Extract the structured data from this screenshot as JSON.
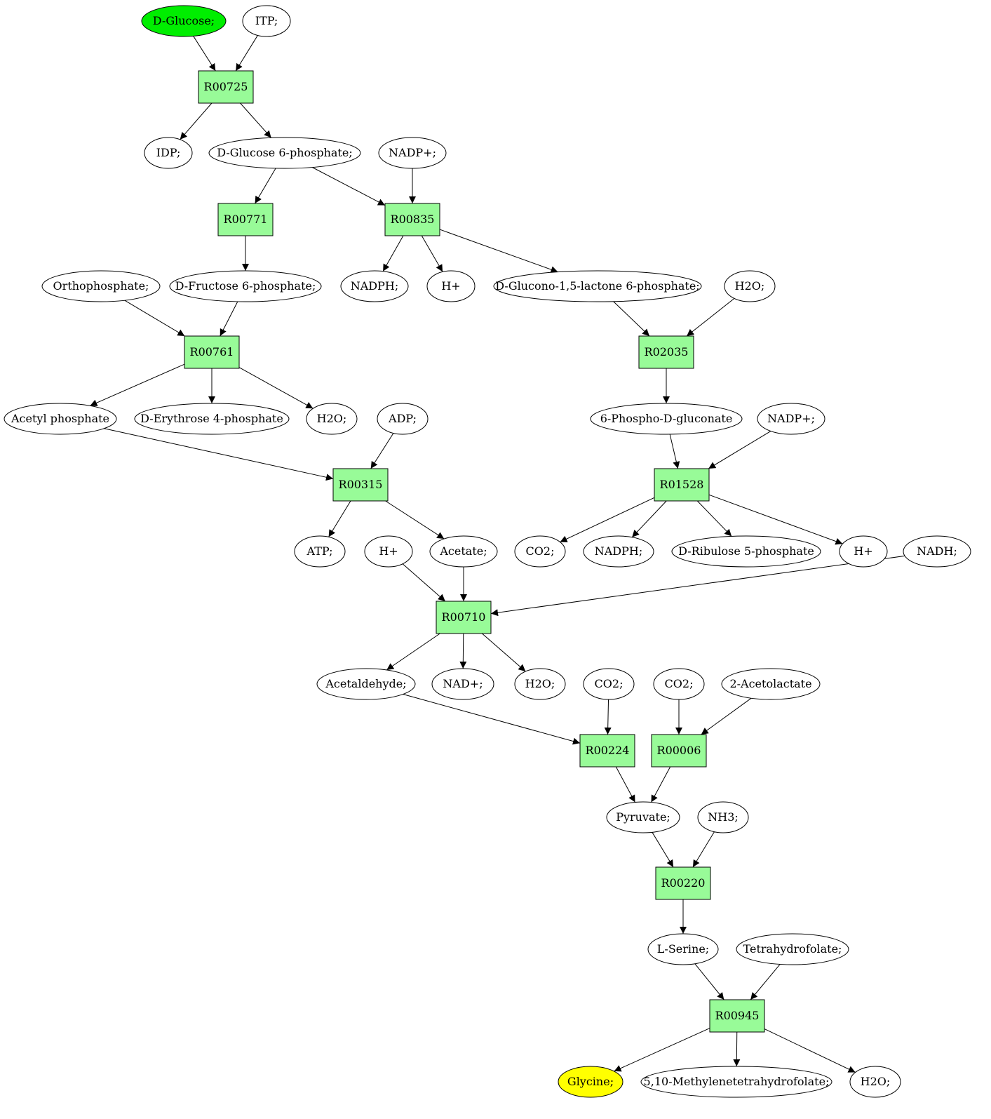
{
  "colors": {
    "reaction": "#98fb98",
    "source": "#00ee00",
    "target": "#ffff00",
    "compound": "#ffffff"
  },
  "nodes": [
    {
      "id": "dglucose",
      "label": "D-Glucose;",
      "kind": "source"
    },
    {
      "id": "itp",
      "label": "ITP;",
      "kind": "compound"
    },
    {
      "id": "r00725",
      "label": "R00725",
      "kind": "reaction"
    },
    {
      "id": "idp",
      "label": "IDP;",
      "kind": "compound"
    },
    {
      "id": "g6p",
      "label": "D-Glucose 6-phosphate;",
      "kind": "compound"
    },
    {
      "id": "nadp1",
      "label": "NADP+;",
      "kind": "compound"
    },
    {
      "id": "r00771",
      "label": "R00771",
      "kind": "reaction"
    },
    {
      "id": "r00835",
      "label": "R00835",
      "kind": "reaction"
    },
    {
      "id": "ortho",
      "label": "Orthophosphate;",
      "kind": "compound"
    },
    {
      "id": "f6p",
      "label": "D-Fructose 6-phosphate;",
      "kind": "compound"
    },
    {
      "id": "nadph1",
      "label": "NADPH;",
      "kind": "compound"
    },
    {
      "id": "hplus1",
      "label": "H+",
      "kind": "compound"
    },
    {
      "id": "glucono",
      "label": "D-Glucono-1,5-lactone 6-phosphate;",
      "kind": "compound"
    },
    {
      "id": "h2o1",
      "label": "H2O;",
      "kind": "compound"
    },
    {
      "id": "r00761",
      "label": "R00761",
      "kind": "reaction"
    },
    {
      "id": "r02035",
      "label": "R02035",
      "kind": "reaction"
    },
    {
      "id": "acetylp",
      "label": "Acetyl phosphate",
      "kind": "compound"
    },
    {
      "id": "e4p",
      "label": "D-Erythrose 4-phosphate",
      "kind": "compound"
    },
    {
      "id": "h2o2",
      "label": "H2O;",
      "kind": "compound"
    },
    {
      "id": "adp",
      "label": "ADP;",
      "kind": "compound"
    },
    {
      "id": "pgluconate",
      "label": "6-Phospho-D-gluconate",
      "kind": "compound"
    },
    {
      "id": "nadp2",
      "label": "NADP+;",
      "kind": "compound"
    },
    {
      "id": "r00315",
      "label": "R00315",
      "kind": "reaction"
    },
    {
      "id": "r01528",
      "label": "R01528",
      "kind": "reaction"
    },
    {
      "id": "atp",
      "label": "ATP;",
      "kind": "compound"
    },
    {
      "id": "hplus2",
      "label": "H+",
      "kind": "compound"
    },
    {
      "id": "acetate",
      "label": "Acetate;",
      "kind": "compound"
    },
    {
      "id": "co2a",
      "label": "CO2;",
      "kind": "compound"
    },
    {
      "id": "nadph2",
      "label": "NADPH;",
      "kind": "compound"
    },
    {
      "id": "ribulose",
      "label": "D-Ribulose 5-phosphate",
      "kind": "compound"
    },
    {
      "id": "hplus3",
      "label": "H+",
      "kind": "compound"
    },
    {
      "id": "nadh",
      "label": "NADH;",
      "kind": "compound"
    },
    {
      "id": "r00710",
      "label": "R00710",
      "kind": "reaction"
    },
    {
      "id": "acetald",
      "label": "Acetaldehyde;",
      "kind": "compound"
    },
    {
      "id": "nadplus",
      "label": "NAD+;",
      "kind": "compound"
    },
    {
      "id": "h2o3",
      "label": "H2O;",
      "kind": "compound"
    },
    {
      "id": "co2b",
      "label": "CO2;",
      "kind": "compound"
    },
    {
      "id": "co2c",
      "label": "CO2;",
      "kind": "compound"
    },
    {
      "id": "acetolactate",
      "label": "2-Acetolactate",
      "kind": "compound"
    },
    {
      "id": "r00224",
      "label": "R00224",
      "kind": "reaction"
    },
    {
      "id": "r00006",
      "label": "R00006",
      "kind": "reaction"
    },
    {
      "id": "pyruvate",
      "label": "Pyruvate;",
      "kind": "compound"
    },
    {
      "id": "nh3",
      "label": "NH3;",
      "kind": "compound"
    },
    {
      "id": "r00220",
      "label": "R00220",
      "kind": "reaction"
    },
    {
      "id": "lserine",
      "label": "L-Serine;",
      "kind": "compound"
    },
    {
      "id": "thf",
      "label": "Tetrahydrofolate;",
      "kind": "compound"
    },
    {
      "id": "r00945",
      "label": "R00945",
      "kind": "reaction"
    },
    {
      "id": "glycine",
      "label": "Glycine;",
      "kind": "target"
    },
    {
      "id": "methylene",
      "label": "5,10-Methylenetetrahydrofolate;",
      "kind": "compound"
    },
    {
      "id": "h2o4",
      "label": "H2O;",
      "kind": "compound"
    }
  ],
  "edges": [
    [
      "dglucose",
      "r00725"
    ],
    [
      "itp",
      "r00725"
    ],
    [
      "r00725",
      "idp"
    ],
    [
      "r00725",
      "g6p"
    ],
    [
      "g6p",
      "r00771"
    ],
    [
      "g6p",
      "r00835"
    ],
    [
      "nadp1",
      "r00835"
    ],
    [
      "r00771",
      "f6p"
    ],
    [
      "r00835",
      "nadph1"
    ],
    [
      "r00835",
      "hplus1"
    ],
    [
      "r00835",
      "glucono"
    ],
    [
      "ortho",
      "r00761"
    ],
    [
      "f6p",
      "r00761"
    ],
    [
      "glucono",
      "r02035"
    ],
    [
      "h2o1",
      "r02035"
    ],
    [
      "r00761",
      "acetylp"
    ],
    [
      "r00761",
      "e4p"
    ],
    [
      "r00761",
      "h2o2"
    ],
    [
      "r02035",
      "pgluconate"
    ],
    [
      "acetylp",
      "r00315"
    ],
    [
      "adp",
      "r00315"
    ],
    [
      "pgluconate",
      "r01528"
    ],
    [
      "nadp2",
      "r01528"
    ],
    [
      "r00315",
      "atp"
    ],
    [
      "r00315",
      "acetate"
    ],
    [
      "r01528",
      "co2a"
    ],
    [
      "r01528",
      "nadph2"
    ],
    [
      "r01528",
      "ribulose"
    ],
    [
      "r01528",
      "hplus3"
    ],
    [
      "hplus2",
      "r00710"
    ],
    [
      "acetate",
      "r00710"
    ],
    [
      "nadh",
      "r00710"
    ],
    [
      "r00710",
      "acetald"
    ],
    [
      "r00710",
      "nadplus"
    ],
    [
      "r00710",
      "h2o3"
    ],
    [
      "acetald",
      "r00224"
    ],
    [
      "co2b",
      "r00224"
    ],
    [
      "co2c",
      "r00006"
    ],
    [
      "acetolactate",
      "r00006"
    ],
    [
      "r00224",
      "pyruvate"
    ],
    [
      "r00006",
      "pyruvate"
    ],
    [
      "pyruvate",
      "r00220"
    ],
    [
      "nh3",
      "r00220"
    ],
    [
      "r00220",
      "lserine"
    ],
    [
      "lserine",
      "r00945"
    ],
    [
      "thf",
      "r00945"
    ],
    [
      "r00945",
      "glycine"
    ],
    [
      "r00945",
      "methylene"
    ],
    [
      "r00945",
      "h2o4"
    ]
  ]
}
